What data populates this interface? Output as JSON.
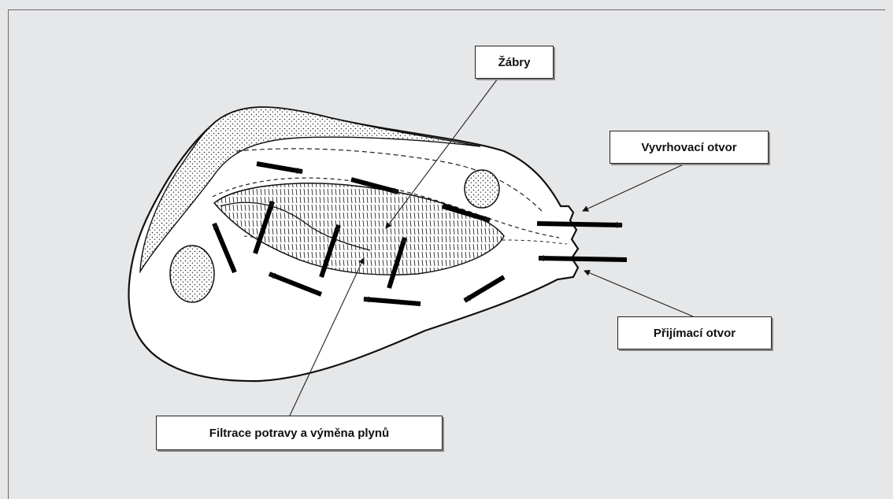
{
  "labels": {
    "gills": "Žábry",
    "outlet": "Vyvrhovací otvor",
    "inlet": "Přijímací otvor",
    "function": "Filtrace potravy a výměna plynů"
  },
  "colors": {
    "background": "#e6e7e9",
    "body_fill": "#ffffff",
    "outline": "#111111",
    "arrow": "#000000"
  }
}
